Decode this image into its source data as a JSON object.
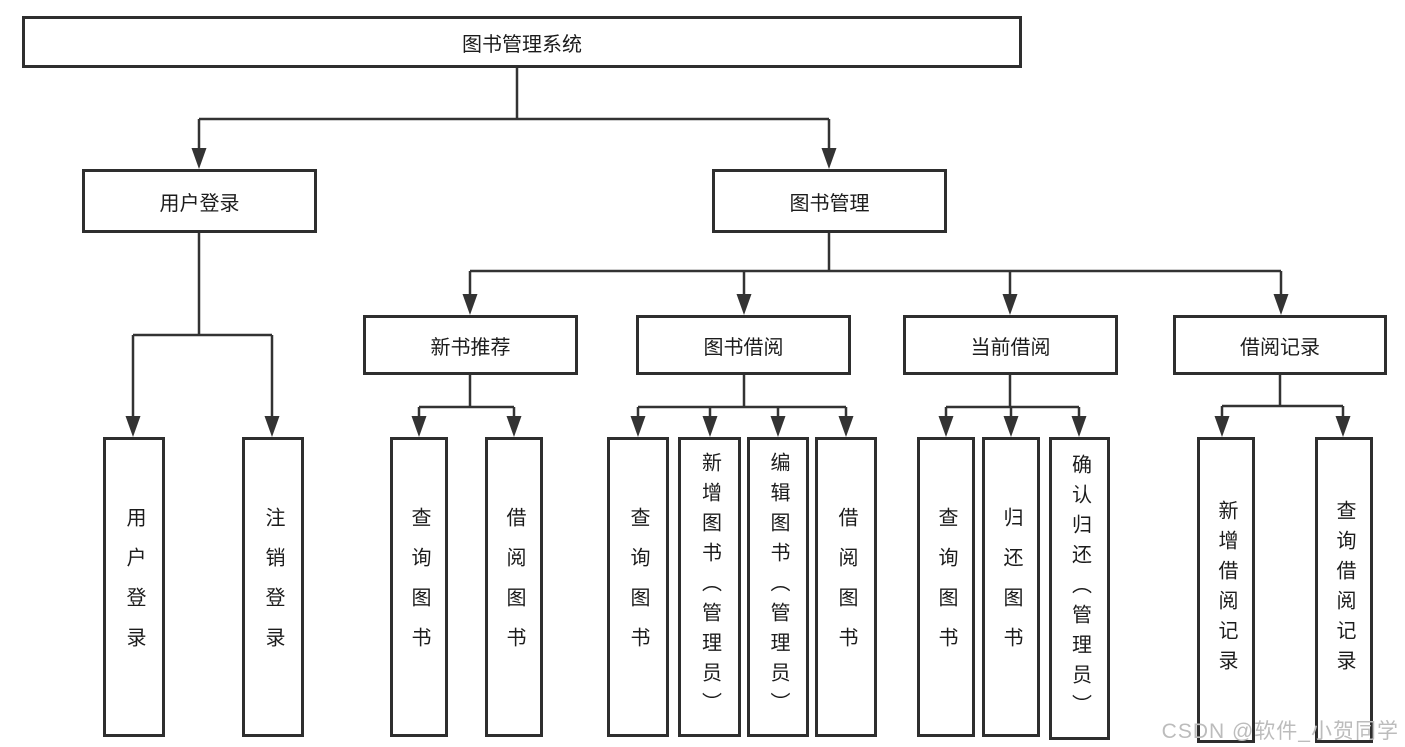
{
  "tree": {
    "label": "图书管理系统",
    "children": [
      {
        "label": "用户登录",
        "children": [
          {
            "label": "用户登录"
          },
          {
            "label": "注销登录"
          }
        ]
      },
      {
        "label": "图书管理",
        "children": [
          {
            "label": "新书推荐",
            "children": [
              {
                "label": "查询图书"
              },
              {
                "label": "借阅图书"
              }
            ]
          },
          {
            "label": "图书借阅",
            "children": [
              {
                "label": "查询图书"
              },
              {
                "label": "新增图书（管理员）"
              },
              {
                "label": "编辑图书（管理员）"
              },
              {
                "label": "借阅图书"
              }
            ]
          },
          {
            "label": "当前借阅",
            "children": [
              {
                "label": "查询图书"
              },
              {
                "label": "归还图书"
              },
              {
                "label": "确认归还（管理员）"
              }
            ]
          },
          {
            "label": "借阅记录",
            "children": [
              {
                "label": "新增借阅记录"
              },
              {
                "label": "查询借阅记录"
              }
            ]
          }
        ]
      }
    ]
  },
  "watermark": "CSDN @软件_小贺同学",
  "colors": {
    "background": "#ffffff",
    "node_border": "#2e2e2e",
    "connector": "#333333",
    "text": "#1c1c1c",
    "watermark": "#bcbcbc"
  }
}
